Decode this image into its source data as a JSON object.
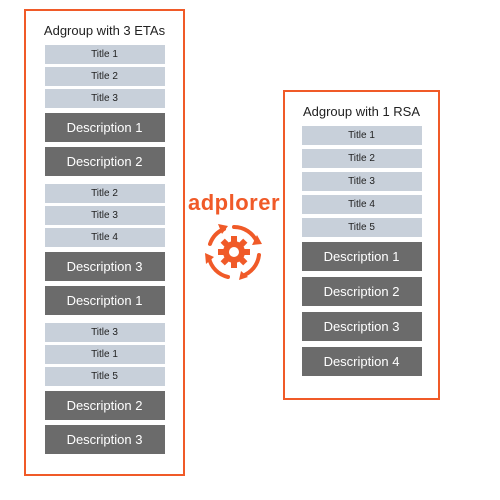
{
  "left_group": {
    "heading": "Adgroup with 3 ETAs",
    "sets": [
      {
        "titles": [
          "Title 1",
          "Title 2",
          "Title 3"
        ],
        "descriptions": [
          "Description 1",
          "Description 2"
        ]
      },
      {
        "titles": [
          "Title 2",
          "Title 3",
          "Title 4"
        ],
        "descriptions": [
          "Description 3",
          "Description 1"
        ]
      },
      {
        "titles": [
          "Title 3",
          "Title 1",
          "Title 5"
        ],
        "descriptions": [
          "Description 2",
          "Description 3"
        ]
      }
    ]
  },
  "right_group": {
    "heading": "Adgroup with 1 RSA",
    "titles": [
      "Title 1",
      "Title 2",
      "Title 3",
      "Title 4",
      "Title 5"
    ],
    "descriptions": [
      "Description 1",
      "Description 2",
      "Description 3",
      "Description 4"
    ]
  },
  "logo": {
    "wordmark": "adplorer",
    "icon": "gear-cycle-icon"
  },
  "colors": {
    "accent": "#f05a28",
    "title_fill": "#c8d0da",
    "description_fill": "#6b6b6b"
  }
}
